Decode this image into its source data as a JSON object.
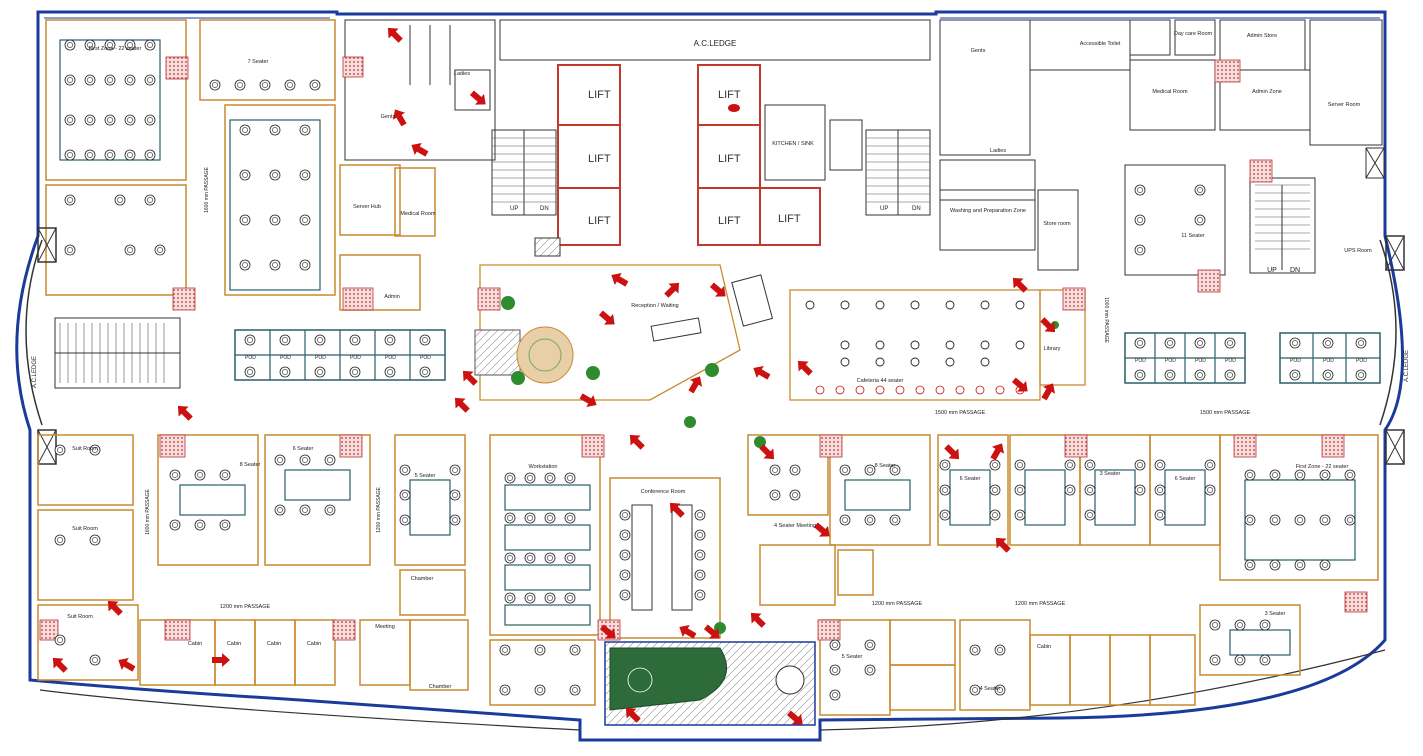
{
  "labels": {
    "ac_ledge_top": "A.C.LEDGE",
    "ac_ledge_left": "A.C.LEDGE",
    "ac_ledge_right": "A.C.LEDGE",
    "first_zone_left": "First Zone - 22 seater",
    "seater_7": "7 Seater",
    "ladies": "Ladies",
    "gents": "Gents",
    "accessible_toilet": "Accessible Toilet",
    "day_care_room": "Day care Room",
    "admin_store": "Admin Store",
    "medical_room_top": "Medical Room",
    "admin_zone": "Admin Zone",
    "server_room": "Server Room",
    "kitchen": "KITCHEN / SINK",
    "server_hub": "Server Hub",
    "medical_room_left": "Medical Room",
    "admin": "Admin",
    "washing": "Washing and Preparation Zone",
    "store_room": "Store room",
    "seater_11": "11 Seater",
    "ups_room": "UPS Room",
    "reception": "Reception / Waiting",
    "cafeteria": "Cafeteria 44 seater",
    "library": "Library",
    "passage_1500_a": "1500 mm PASSAGE",
    "passage_1500_b": "1500 mm PASSAGE",
    "passage_1600_left": "1600 mm PASSAGE",
    "passage_1200_left": "1200 mm PASSAGE",
    "passage_1200_mid": "1200 mm PASSAGE",
    "passage_1200_right": "1200 mm PASSAGE",
    "passage_1000_right": "1000 mm PASSAGE",
    "suit_room_1": "Suit Room",
    "suit_room_2": "Suit Room",
    "suit_room_3": "Suit Room",
    "seater_8_left": "8 Seater",
    "seater_6_left": "6 Seater",
    "seater_5_mid": "5 Seater",
    "workstation": "Workstation",
    "conference": "Conference Room",
    "chamber_1": "Chamber",
    "chamber_2": "Chamber",
    "meeting_room": "Meeting",
    "meeting_4": "4 Seater Meeting",
    "seater_8_right": "8 Seater",
    "seater_6_right": "6 Seater",
    "seater_3_right": "3 Seater",
    "first_zone_right": "First Zone - 22 seater",
    "seater_5_bottom": "5 Seater",
    "seater_4_bottom": "4 Seater",
    "seater_3_bottom": "3 Seater",
    "cabin": "Cabin",
    "pod": "POD",
    "lift": "LIFT",
    "up": "UP",
    "dn": "DN"
  },
  "colors": {
    "outer_wall": "#1a3a9c",
    "partition": "#c98a2f",
    "lift_wall": "#c0392b",
    "arrow": "#cc1111",
    "greenery": "#2e8b2e",
    "desk": "#2a5f6a",
    "hatch": "#d44"
  }
}
